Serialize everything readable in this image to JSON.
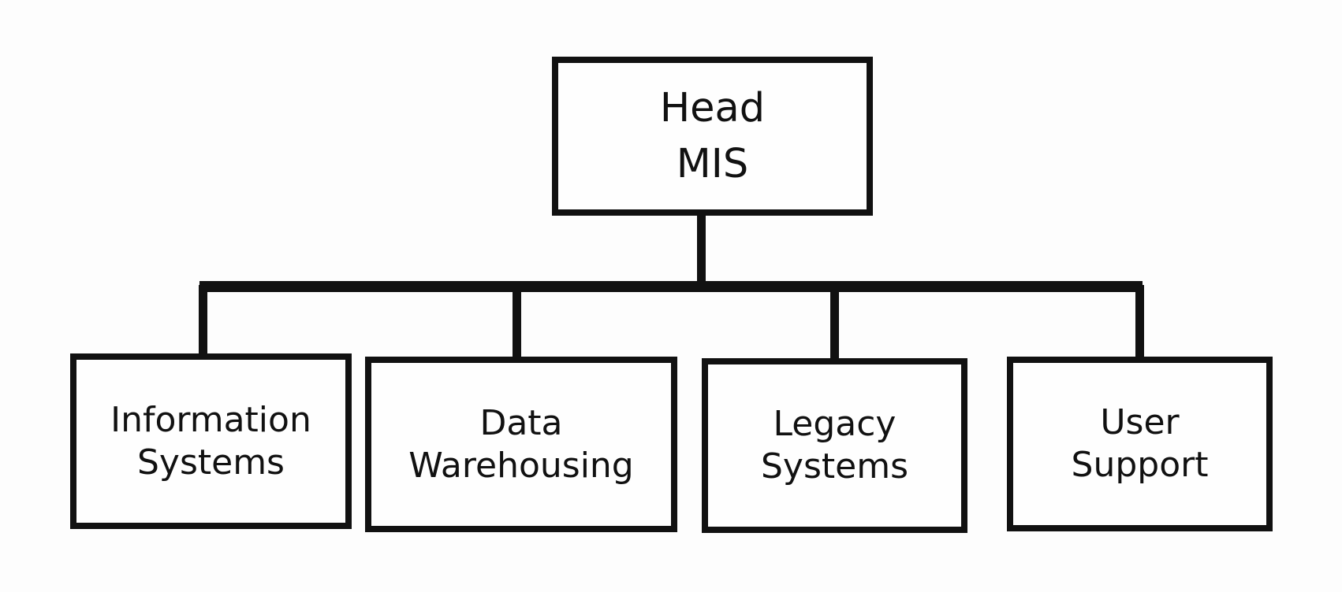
{
  "org_chart": {
    "root": {
      "line_1": "Head",
      "line_2": "MIS"
    },
    "children": [
      {
        "line_1": "Information",
        "line_2": "Systems"
      },
      {
        "line_1": "Data",
        "line_2": "Warehousing"
      },
      {
        "line_1": "Legacy",
        "line_2": "Systems"
      },
      {
        "line_1": "User",
        "line_2": "Support"
      }
    ],
    "colors": {
      "line": "#111111",
      "background": "#fdfdfd",
      "text": "#111111"
    }
  }
}
